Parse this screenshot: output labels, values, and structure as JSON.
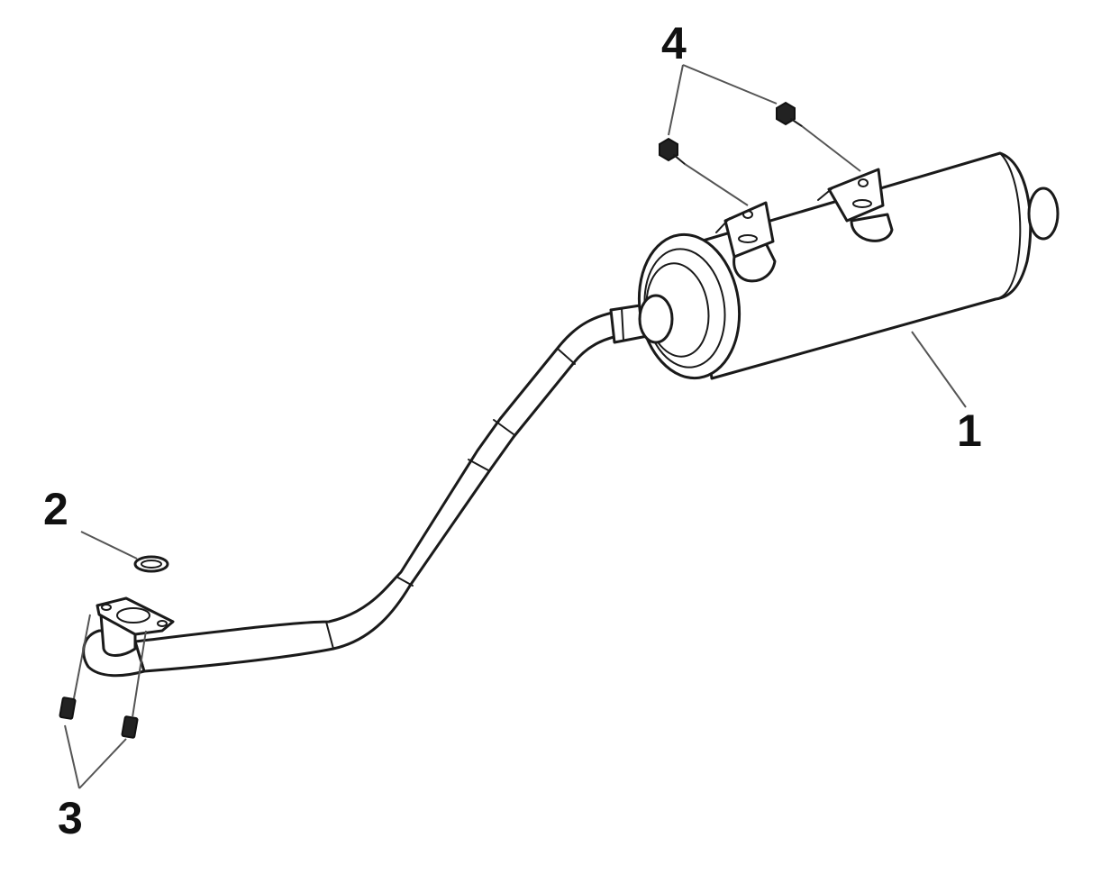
{
  "callouts": [
    {
      "id": "muffler",
      "label": "1"
    },
    {
      "id": "gasket",
      "label": "2"
    },
    {
      "id": "nuts",
      "label": "3"
    },
    {
      "id": "bolts",
      "label": "4"
    }
  ],
  "colors": {
    "line": "#1a1a1a",
    "leader": "#555555",
    "background": "#ffffff"
  }
}
